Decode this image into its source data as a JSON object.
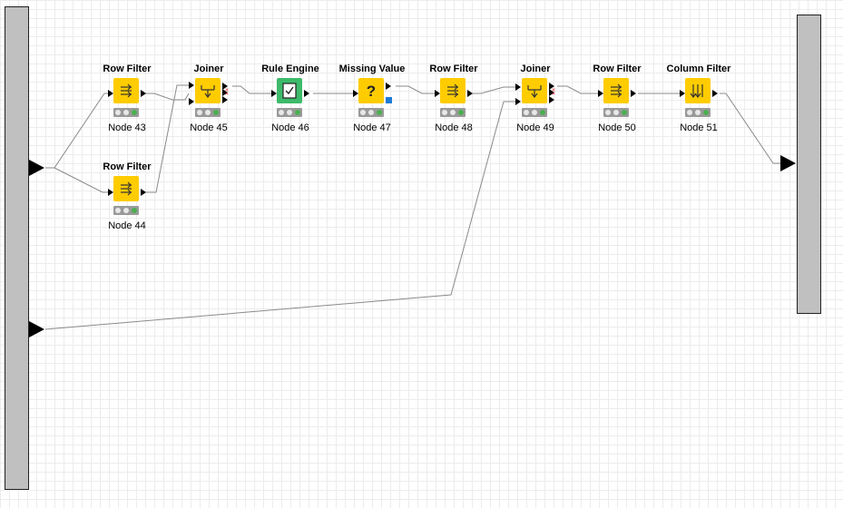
{
  "nodes": [
    {
      "id": "node-43",
      "title": "Row Filter",
      "label": "Node 43",
      "icon": "row-filter-icon",
      "color": "#ffcc00",
      "status_lit": [
        false,
        false,
        true
      ]
    },
    {
      "id": "node-44",
      "title": "Row Filter",
      "label": "Node 44",
      "icon": "row-filter-icon",
      "color": "#ffcc00",
      "status_lit": [
        false,
        false,
        true
      ]
    },
    {
      "id": "node-45",
      "title": "Joiner",
      "label": "Node 45",
      "icon": "joiner-icon",
      "color": "#ffcc00",
      "status_lit": [
        false,
        false,
        true
      ]
    },
    {
      "id": "node-46",
      "title": "Rule Engine",
      "label": "Node 46",
      "icon": "rule-engine-icon",
      "color": "#3dbb6a",
      "status_lit": [
        false,
        false,
        true
      ]
    },
    {
      "id": "node-47",
      "title": "Missing Value",
      "label": "Node 47",
      "icon": "question-mark-icon",
      "color": "#ffcc00",
      "status_lit": [
        false,
        false,
        true
      ]
    },
    {
      "id": "node-48",
      "title": "Row Filter",
      "label": "Node 48",
      "icon": "row-filter-icon",
      "color": "#ffcc00",
      "status_lit": [
        false,
        false,
        true
      ]
    },
    {
      "id": "node-49",
      "title": "Joiner",
      "label": "Node 49",
      "icon": "joiner-icon",
      "color": "#ffcc00",
      "status_lit": [
        false,
        false,
        true
      ]
    },
    {
      "id": "node-50",
      "title": "Row Filter",
      "label": "Node 50",
      "icon": "row-filter-icon",
      "color": "#ffcc00",
      "status_lit": [
        false,
        false,
        true
      ]
    },
    {
      "id": "node-51",
      "title": "Column Filter",
      "label": "Node 51",
      "icon": "column-filter-icon",
      "color": "#ffcc00",
      "status_lit": [
        false,
        false,
        true
      ]
    }
  ],
  "colors": {
    "node_yellow": "#ffcc00",
    "node_green": "#3dbb6a",
    "status_green": "#4caf50",
    "flow_port_blue": "#1e7ad6",
    "metanode_bar": "#c0c0c0",
    "wire": "#888888"
  }
}
